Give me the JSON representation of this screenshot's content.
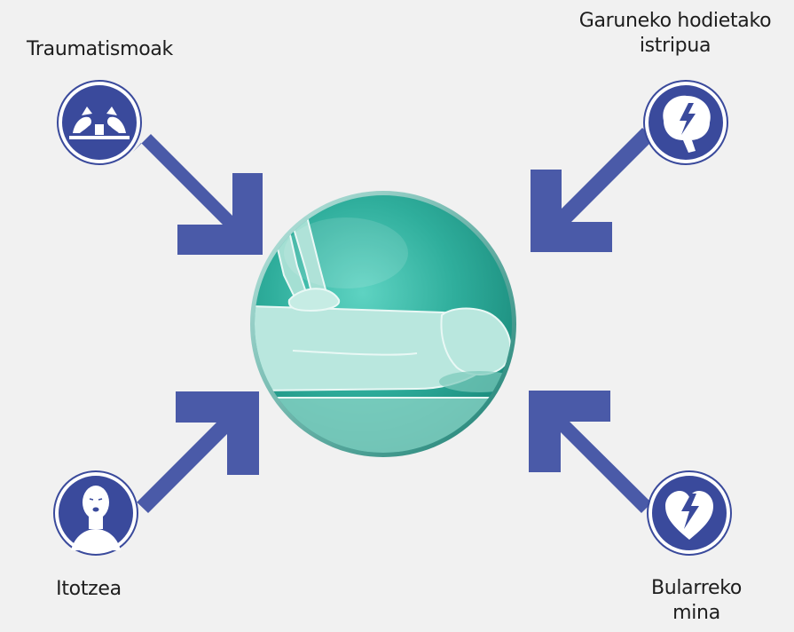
{
  "causes": {
    "trauma": {
      "label": "Traumatismoak",
      "icon": "injury-icon"
    },
    "stroke": {
      "line1": "Garuneko hodietako",
      "line2": "istripua",
      "icon": "brain-icon"
    },
    "choking": {
      "label": "Itotzea",
      "icon": "choking-icon"
    },
    "chest_pain": {
      "line1": "Bularreko",
      "line2": "mina",
      "icon": "broken-heart-icon"
    }
  },
  "center": {
    "icon": "cpr-illustration"
  },
  "colors": {
    "arrow": "#4a5aa8",
    "icon_circle": "#3a4a9c",
    "sphere": "#2fae9c",
    "background": "#f1f1f1"
  }
}
